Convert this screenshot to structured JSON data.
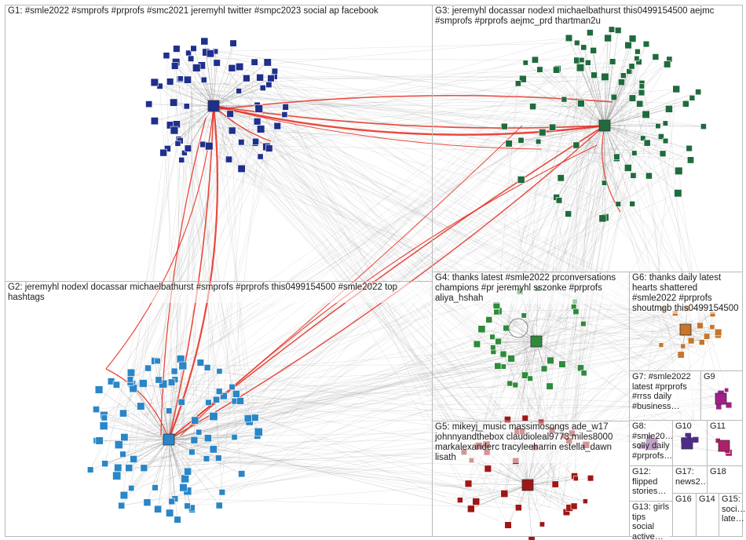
{
  "groups": [
    {
      "id": "G1",
      "label": "G1: #smle2022 #smprofs #prprofs #smc2021 jeremyhl twitter #smpc2023 social ap facebook",
      "color": "#1f2f8c"
    },
    {
      "id": "G2",
      "label": "G2: jeremyhl nodexl docassar michaelbathurst #smprofs #prprofs this0499154500 #smle2022 top hashtags",
      "color": "#2a86c6"
    },
    {
      "id": "G3",
      "label": "G3: jeremyhl docassar nodexl michaelbathurst this0499154500 aejmc #smprofs #prprofs aejmc_prd thartman2u",
      "color": "#1f6b3d"
    },
    {
      "id": "G4",
      "label": "G4: thanks latest #smle2022 prconversations champions #pr jeremyhl sszonke #prprofs aliya_hshah",
      "color": "#2e8b3a"
    },
    {
      "id": "G5",
      "label": "G5: mikeyj_music massimosongs ade_w17 johnnyandthebox claudioleal9773 miles8000 markalexanderc tracyleeharrin estella_dawn lisath",
      "color": "#a01616"
    },
    {
      "id": "G6",
      "label": "G6: thanks daily latest hearts shattered #smle2022 #prprofs shoutmgb this0499154500",
      "color": "#c8752a"
    },
    {
      "id": "G7",
      "label": "G7: #smle2022 latest #prprofs #rrss daily #business…",
      "color": "#6a1f7a"
    },
    {
      "id": "G8",
      "label": "G8: #smle20… solly daily #prprofs…",
      "color": "#7a2b8c"
    },
    {
      "id": "G9",
      "label": "G9",
      "color": "#a0208a"
    },
    {
      "id": "G10",
      "label": "G10",
      "color": "#4f2b8c"
    },
    {
      "id": "G11",
      "label": "G11",
      "color": "#b0206a"
    },
    {
      "id": "G12",
      "label": "G12: flipped stories…",
      "color": "#3a3a3a"
    },
    {
      "id": "G13",
      "label": "G13: girls tips social active…",
      "color": "#555555"
    },
    {
      "id": "G14",
      "label": "G14",
      "color": "#2a7a4a"
    },
    {
      "id": "G15",
      "label": "G15: soci… late…",
      "color": "#2a6aa0"
    },
    {
      "id": "G16",
      "label": "G16",
      "color": "#3a8a3a"
    },
    {
      "id": "G17",
      "label": "G17: news2…",
      "color": "#444444"
    },
    {
      "id": "G18",
      "label": "G18",
      "color": "#5a7a2a"
    }
  ],
  "colors": {
    "edge": "#8c8c8c",
    "edge_highlight": "#e8291c",
    "border": "#b9b9b9",
    "background": "#ffffff"
  }
}
